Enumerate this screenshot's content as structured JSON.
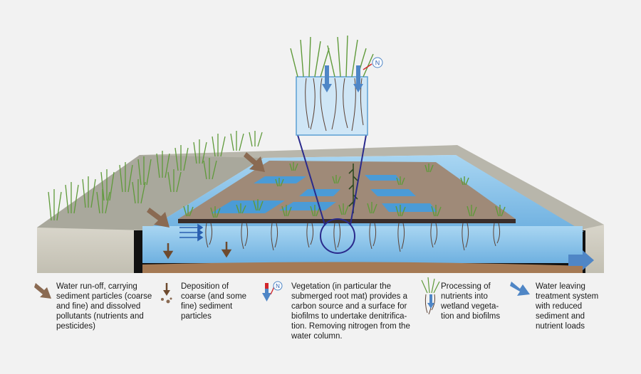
{
  "legend": [
    {
      "icon": "runoff-arrow-icon",
      "text": "Water run-off, carrying\nsediment particles (coarse\nand fine) and dissolved\npollutants (nutrients and\npesticides)"
    },
    {
      "icon": "deposition-icon",
      "text": "Deposition of\ncoarse (and some\nfine) sediment\nparticles"
    },
    {
      "icon": "nitrogen-removal-icon",
      "text": "Vegetation (in particular the\nsubmerged root mat) provides a\ncarbon source and a surface for\nbiofilms to undertake denitrifica-\ntion. Removing nitrogen from the\nwater column."
    },
    {
      "icon": "wetland-plant-icon",
      "text": "Processing of\nnutrients into\nwetland vegeta-\ntion and biofilms"
    },
    {
      "icon": "water-leaving-arrow-icon",
      "text": "Water leaving\ntreatment system\nwith reduced\nsediment and\nnutrient loads"
    }
  ],
  "inset_label": "N",
  "colors": {
    "water": "#8ec6ea",
    "water_dark": "#5b9fd3",
    "soil": "#b08a6c",
    "grass": "#5f9a3a",
    "bank": "#c9c7bb",
    "arrow_brown": "#8a6a52",
    "arrow_blue": "#4f86c6",
    "circle": "#2a2a8c"
  }
}
